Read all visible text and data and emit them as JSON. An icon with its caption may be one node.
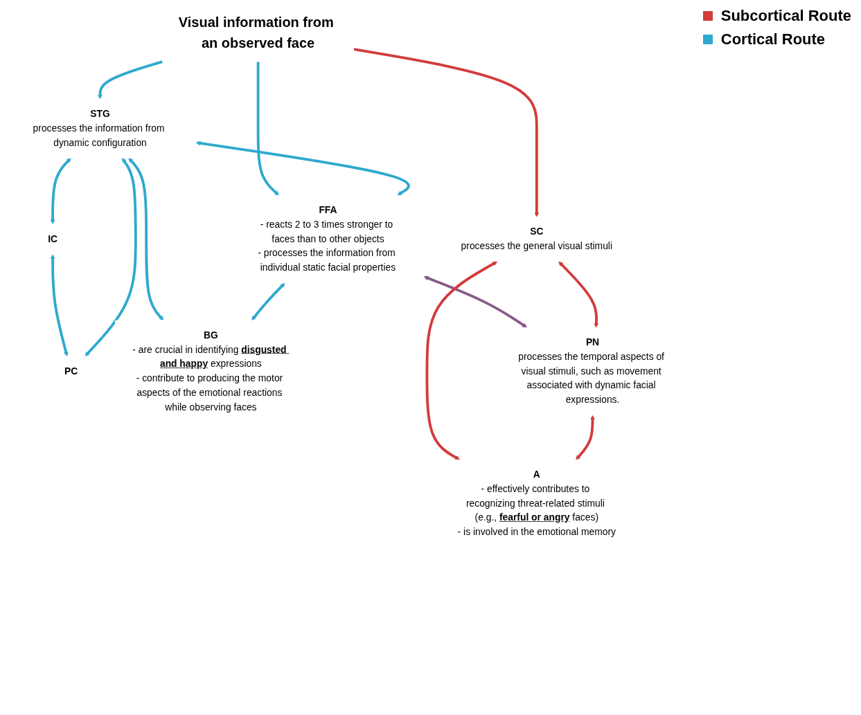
{
  "diagram": {
    "nodes": [
      {
        "text": [
          "Visual information from an observed face"
        ]
      },
      {
        "text": [
          "STG",
          "processes the information from dynamic configuration"
        ]
      },
      {
        "text": [
          "FFA",
          "- reacts 2 to 3 times stronger to faces than to other objects",
          "- processes the information from individual static facial properties"
        ]
      },
      {
        "text": [
          "SC",
          "processes the general visual stimuli"
        ]
      },
      {
        "text": [
          "IC"
        ]
      },
      {
        "text": [
          "PC"
        ]
      },
      {
        "text": [
          "BG",
          "- are crucial in identifying **disgusted and happy** expressions",
          "- contribute to producing the motor aspects of the emotional reactions while observing faces"
        ]
      },
      {
        "text": [
          "PN",
          "processes the temporal aspects of visual stimuli, such as movement associated with dynamic facial expressions."
        ]
      },
      {
        "text": [
          "A",
          "- effectively contributes to recognizing threat-related stimuli (e.g., **fearful or angry** faces)",
          "- is involved in the emotional memory"
        ]
      }
    ],
    "edges": [
      {
        "from": 0,
        "to": 1,
        "arrow": "to",
        "color": "#2fa9cf"
      },
      {
        "from": 0,
        "to": 2,
        "arrow": "to",
        "color": "#2fa9cf"
      },
      {
        "from": 0,
        "to": 3,
        "arrow": "to",
        "color": "#d23c3c"
      },
      {
        "from": 1,
        "to": 2,
        "arrow": "both",
        "color": "#2fa9cf"
      },
      {
        "from": 1,
        "to": 4,
        "arrow": "both",
        "color": "#2fa9cf"
      },
      {
        "from": 4,
        "to": 5,
        "arrow": "both",
        "color": "#2fa9cf"
      },
      {
        "from": 1,
        "to": 5,
        "arrow": "both",
        "color": "#2fa9cf"
      },
      {
        "from": 1,
        "to": 6,
        "arrow": "both",
        "color": "#2fa9cf"
      },
      {
        "from": 2,
        "to": 6,
        "arrow": "both",
        "color": "#2fa9cf"
      },
      {
        "from": 2,
        "to": 7,
        "arrow": "both",
        "color": "#8a5a8a"
      },
      {
        "from": 3,
        "to": 8,
        "arrow": "both",
        "color": "#d23c3c"
      },
      {
        "from": 3,
        "to": 7,
        "arrow": "both",
        "color": "#d23c3c"
      },
      {
        "from": 7,
        "to": 8,
        "arrow": "both",
        "color": "#d23c3c"
      }
    ],
    "legend": [
      {
        "text": "Subcortical Route",
        "color": "#d23c3c"
      },
      {
        "text": "Cortical Route",
        "color": "#2fa9cf"
      }
    ]
  }
}
